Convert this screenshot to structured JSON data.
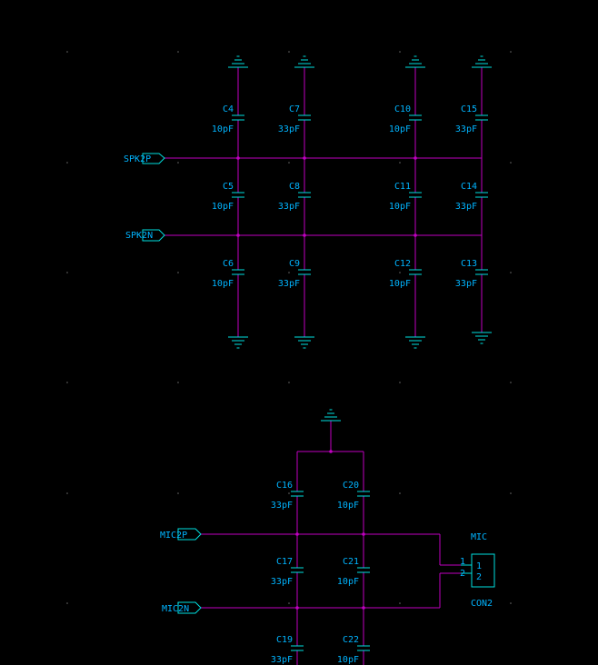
{
  "colors": {
    "background": "#000000",
    "wire": "#c000c0",
    "component": "#00e0e0",
    "label": "#00b4ff",
    "grid_dot": "#6a6a6a"
  },
  "nets": {
    "spk2p": "SPK2P",
    "spk2n": "SPK2N",
    "mic2p": "MIC2P",
    "mic2n": "MIC2N"
  },
  "capacitors": {
    "C4": {
      "ref": "C4",
      "value": "10pF"
    },
    "C5": {
      "ref": "C5",
      "value": "10pF"
    },
    "C6": {
      "ref": "C6",
      "value": "10pF"
    },
    "C7": {
      "ref": "C7",
      "value": "33pF"
    },
    "C8": {
      "ref": "C8",
      "value": "33pF"
    },
    "C9": {
      "ref": "C9",
      "value": "33pF"
    },
    "C10": {
      "ref": "C10",
      "value": "10pF"
    },
    "C11": {
      "ref": "C11",
      "value": "10pF"
    },
    "C12": {
      "ref": "C12",
      "value": "10pF"
    },
    "C13": {
      "ref": "C13",
      "value": "33pF"
    },
    "C14": {
      "ref": "C14",
      "value": "33pF"
    },
    "C15": {
      "ref": "C15",
      "value": "33pF"
    },
    "C16": {
      "ref": "C16",
      "value": "33pF"
    },
    "C17": {
      "ref": "C17",
      "value": "33pF"
    },
    "C19": {
      "ref": "C19",
      "value": "33pF"
    },
    "C20": {
      "ref": "C20",
      "value": "10pF"
    },
    "C21": {
      "ref": "C21",
      "value": "10pF"
    },
    "C22": {
      "ref": "C22",
      "value": "10pF"
    }
  },
  "connector": {
    "name": "MIC",
    "ref": "CON2",
    "pins": [
      "1",
      "2"
    ]
  }
}
